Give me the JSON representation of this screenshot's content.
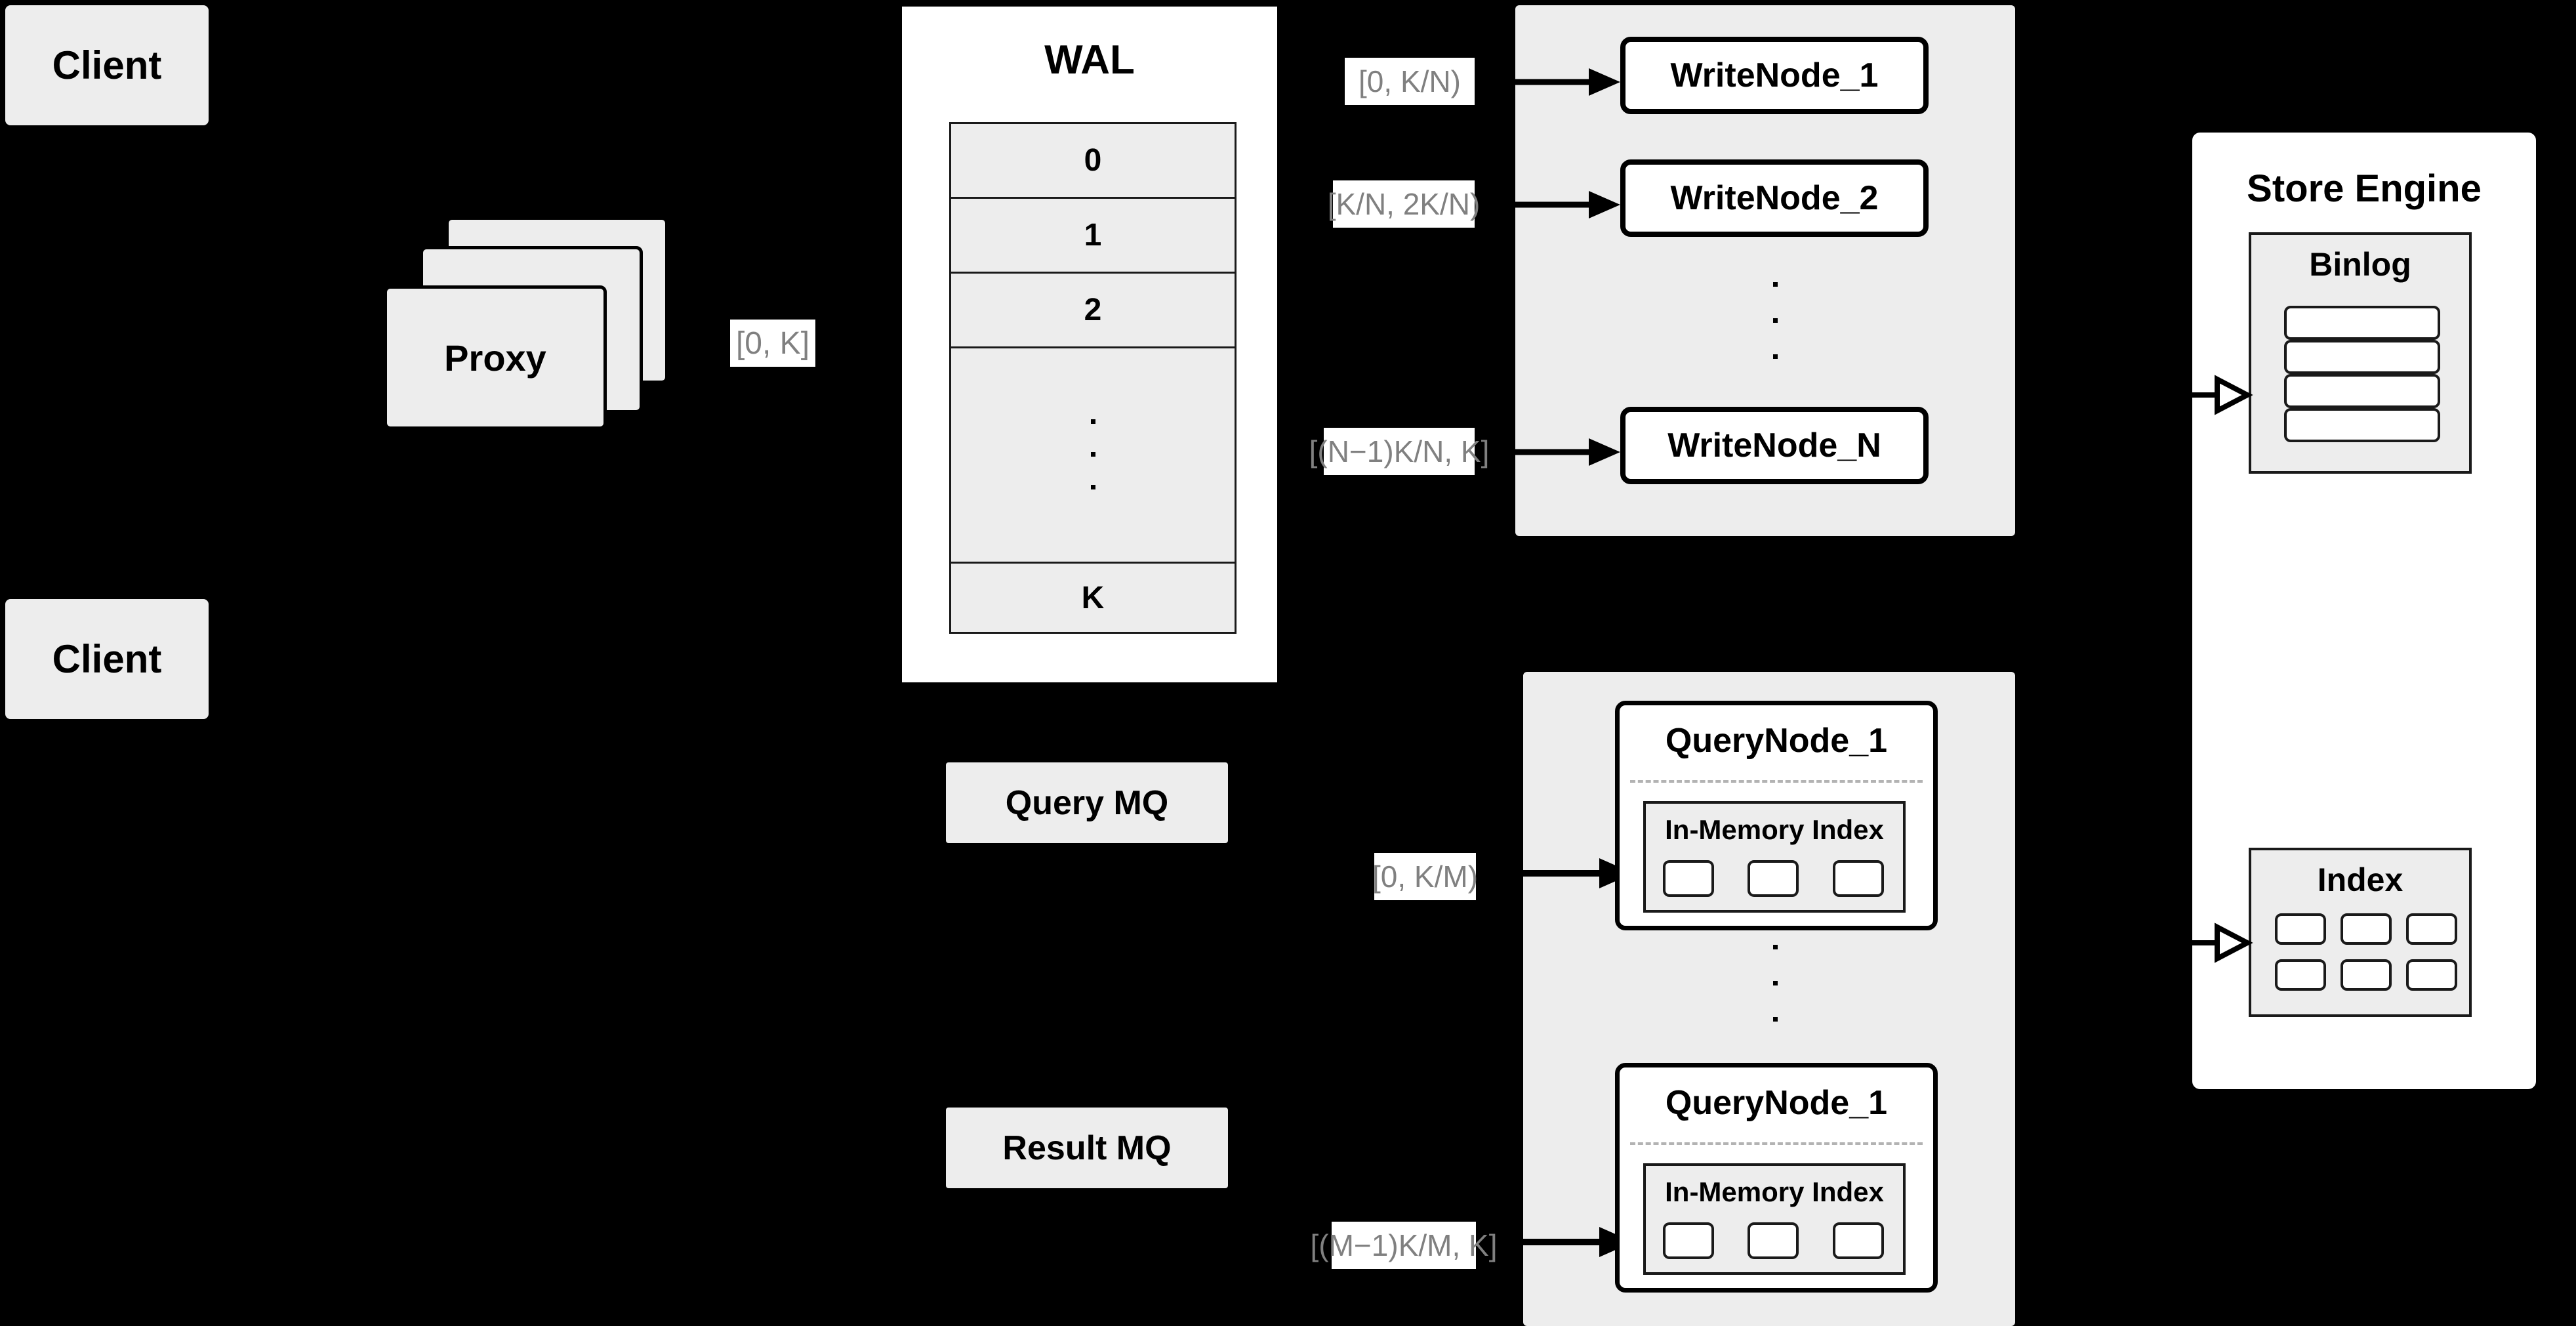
{
  "diagram": {
    "title": "Distributed Vector Database Write/Query Architecture",
    "background_color": "#000000",
    "node_fill_gray": "#ededed",
    "node_fill_white": "#ffffff",
    "stroke_color": "#000000",
    "edge_label_text_color": "#808080",
    "edge_label_bg_color": "#ffffff"
  },
  "clients": [
    {
      "label": "Client"
    },
    {
      "label": "Client"
    }
  ],
  "proxy": {
    "label": "Proxy",
    "stack_count": 3
  },
  "wal": {
    "title": "WAL",
    "rows": [
      "0",
      "1",
      "2",
      "",
      "K"
    ],
    "ellipsis_row_index": 3,
    "ellipsis_dots": 3
  },
  "write_node_group": {
    "nodes": [
      {
        "label": "WriteNode_1"
      },
      {
        "label": "WriteNode_2"
      },
      {
        "label": "WriteNode_N"
      }
    ],
    "ellipsis_dots": 3,
    "edge_labels": [
      "[0,  K/N)",
      "[K/N, 2K/N)",
      "[(N−1)K/N,  K]"
    ]
  },
  "query_node_group": {
    "nodes": [
      {
        "label": "QueryNode_1",
        "inmem_label": "In-Memory Index",
        "cells": 3
      },
      {
        "label": "QueryNode_1",
        "inmem_label": "In-Memory Index",
        "cells": 3
      }
    ],
    "ellipsis_dots": 3,
    "edge_labels": [
      "[0, K/M)",
      "[(M−1)K/M, K]"
    ]
  },
  "message_queues": [
    {
      "label": "Query MQ"
    },
    {
      "label": "Result MQ"
    }
  ],
  "store_engine": {
    "title": "Store Engine",
    "binlog": {
      "title": "Binlog",
      "rows": 4
    },
    "index": {
      "title": "Index",
      "cells": 6,
      "columns": 3,
      "rows": 2
    }
  },
  "edges": {
    "proxy_to_wal_label": "[0, K]"
  }
}
